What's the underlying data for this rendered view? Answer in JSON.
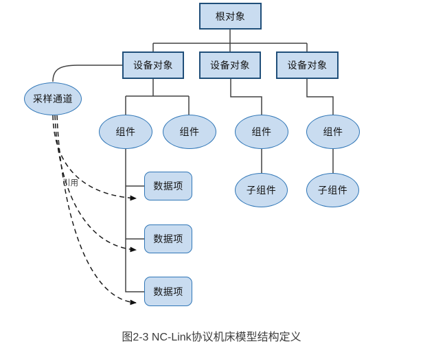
{
  "diagram": {
    "caption": "图2-3 NC-Link协议机床模型结构定义",
    "edge_label": "引用",
    "colors": {
      "node_fill": "#c9dcf0",
      "rect_border": "#1f4e79",
      "ellipse_border": "#2e75b6",
      "connector": "#404040",
      "reference": "#1a1a1a"
    },
    "nodes": {
      "root": {
        "label": "根对象"
      },
      "device1": {
        "label": "设备对象"
      },
      "device2": {
        "label": "设备对象"
      },
      "device3": {
        "label": "设备对象"
      },
      "sampling_channel": {
        "label": "采样通道"
      },
      "component1": {
        "label": "组件"
      },
      "component2": {
        "label": "组件"
      },
      "component3": {
        "label": "组件"
      },
      "component4": {
        "label": "组件"
      },
      "data_item1": {
        "label": "数据项"
      },
      "data_item2": {
        "label": "数据项"
      },
      "data_item3": {
        "label": "数据项"
      },
      "subcomponent1": {
        "label": "子组件"
      },
      "subcomponent2": {
        "label": "子组件"
      }
    }
  }
}
